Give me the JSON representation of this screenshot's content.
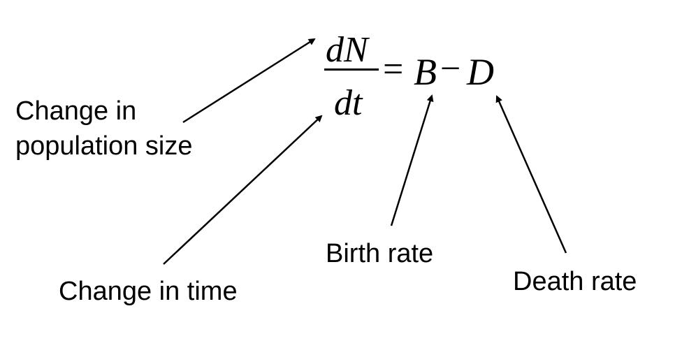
{
  "equation": {
    "numerator": "dN",
    "denominator": "dt",
    "equals": "=",
    "term_b": "B",
    "operator": "−",
    "term_d": "D"
  },
  "labels": {
    "population_change": [
      "Change in",
      "population size"
    ],
    "time_change": "Change in time",
    "birth_rate": "Birth rate",
    "death_rate": "Death rate"
  },
  "colors": {
    "text": "#000000",
    "background": "#ffffff"
  }
}
